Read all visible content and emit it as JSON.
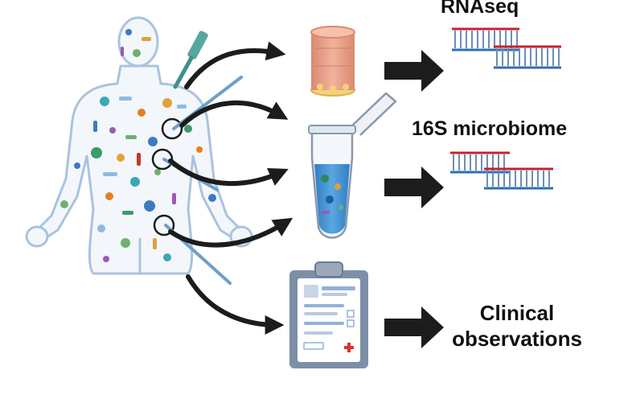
{
  "outputs": {
    "rnaseq": "RNAseq",
    "microbiome_16s": "16S microbiome",
    "clinical_line1": "Clinical",
    "clinical_line2": "observations"
  },
  "colors": {
    "arrow": "#1c1c1c",
    "dna_red": "#c8202c",
    "dna_blue": "#2e6fb0",
    "tissue": "#e7a189",
    "tube_liquid": "#3d8fd4",
    "clipboard": "#7d8fa8",
    "body_outline": "#a9c3de",
    "swab": "#6e9fc8"
  },
  "icons": [
    "human-body-icon",
    "swab-icon",
    "tissue-sample-icon",
    "sample-tube-icon",
    "dna-icon",
    "clipboard-icon",
    "arrow-icon"
  ]
}
